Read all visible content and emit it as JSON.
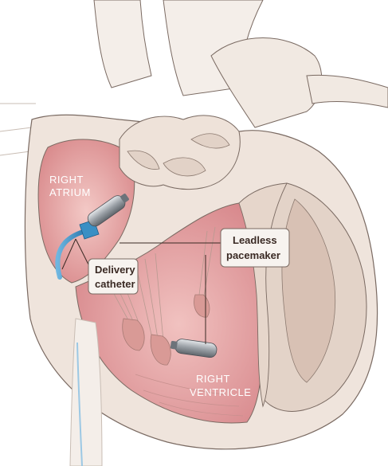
{
  "labels": {
    "right_atrium_line1": "RIGHT",
    "right_atrium_line2": "ATRIUM",
    "right_ventricle_line1": "RIGHT",
    "right_ventricle_line2": "VENTRICLE",
    "delivery_catheter_line1": "Delivery",
    "delivery_catheter_line2": "catheter",
    "leadless_pacemaker_line1": "Leadless",
    "leadless_pacemaker_line2": "pacemaker"
  },
  "colors": {
    "tissue_light": "#efe4dc",
    "tissue_mid": "#dcc8bc",
    "chamber_pink": "#e8a9a6",
    "chamber_deep": "#d98a8c",
    "outline": "#7a6a62",
    "catheter_blue": "#3a8fc4",
    "device_gray": "#9aa0a6",
    "label_box": "#f7f3ef"
  }
}
